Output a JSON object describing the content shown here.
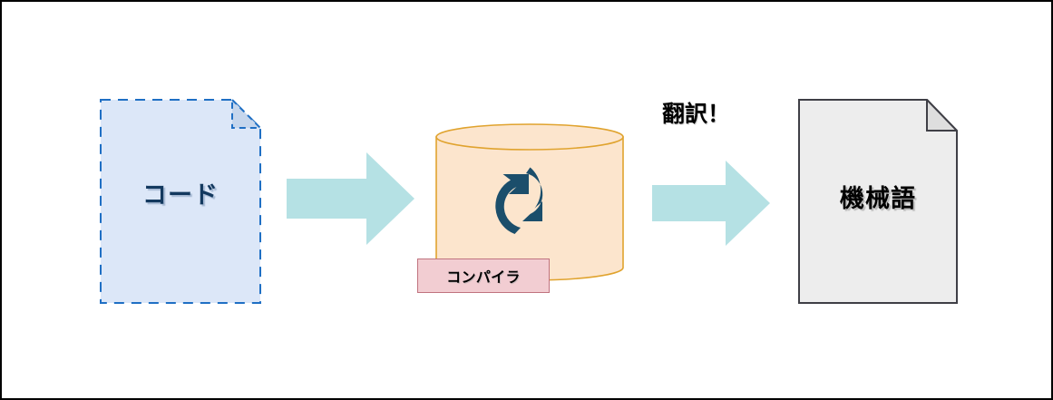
{
  "diagram": {
    "title_caption": "翻訳！",
    "nodes": [
      {
        "id": "source-code",
        "label": "コード",
        "shape": "document",
        "fill": "#dce7f8",
        "stroke": "#1f6fc4",
        "stroke_style": "dashed",
        "text_color": "#13395f"
      },
      {
        "id": "compiler",
        "label": "コンパイラ",
        "shape": "cylinder",
        "fill": "#fce5cd",
        "stroke": "#e0a32e",
        "icon": "refresh-sync-icon",
        "icon_color": "#1b4e6b",
        "badge_fill": "#f2cdd2",
        "badge_stroke": "#c0737f",
        "text_color": "#000000"
      },
      {
        "id": "machine-language",
        "label": "機械語",
        "shape": "document",
        "fill": "#ededed",
        "stroke": "#3f3f46",
        "stroke_style": "solid",
        "text_color": "#000000"
      }
    ],
    "arrows": [
      {
        "id": "arrow-code-to-compiler",
        "from": "source-code",
        "to": "compiler",
        "color": "#b5e1e4",
        "label": ""
      },
      {
        "id": "arrow-compiler-to-machine",
        "from": "compiler",
        "to": "machine-language",
        "color": "#b5e1e4",
        "label": "翻訳！"
      }
    ]
  },
  "colors": {
    "canvas_background": "#ffffff",
    "canvas_border": "#000000",
    "arrow": "#b5e1e4",
    "code_fill": "#dce7f8",
    "code_stroke": "#1f6fc4",
    "cylinder_fill": "#fce5cd",
    "cylinder_stroke": "#e0a32e",
    "badge_fill": "#f2cdd2",
    "badge_stroke": "#c0737f",
    "machine_fill": "#ededed",
    "machine_stroke": "#3f3f46",
    "icon_navy": "#1b4e6b"
  }
}
